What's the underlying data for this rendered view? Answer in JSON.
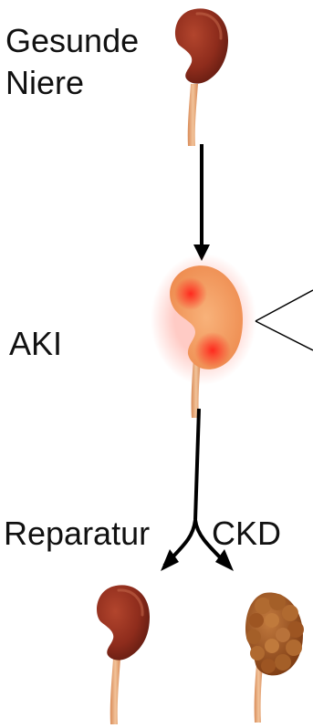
{
  "labels": {
    "healthy": "Gesunde Niere",
    "aki": "AKI",
    "repair": "Reparatur",
    "ckd": "CKD"
  },
  "colors": {
    "kidney": "#8e2c1c",
    "kidney_dark": "#5e1a10",
    "ureter": "#e9a873",
    "aki_kidney": "#f39a57",
    "aki_glow": "#ff3a2a",
    "ckd_kidney": "#a85a22",
    "arrow": "#000000"
  }
}
